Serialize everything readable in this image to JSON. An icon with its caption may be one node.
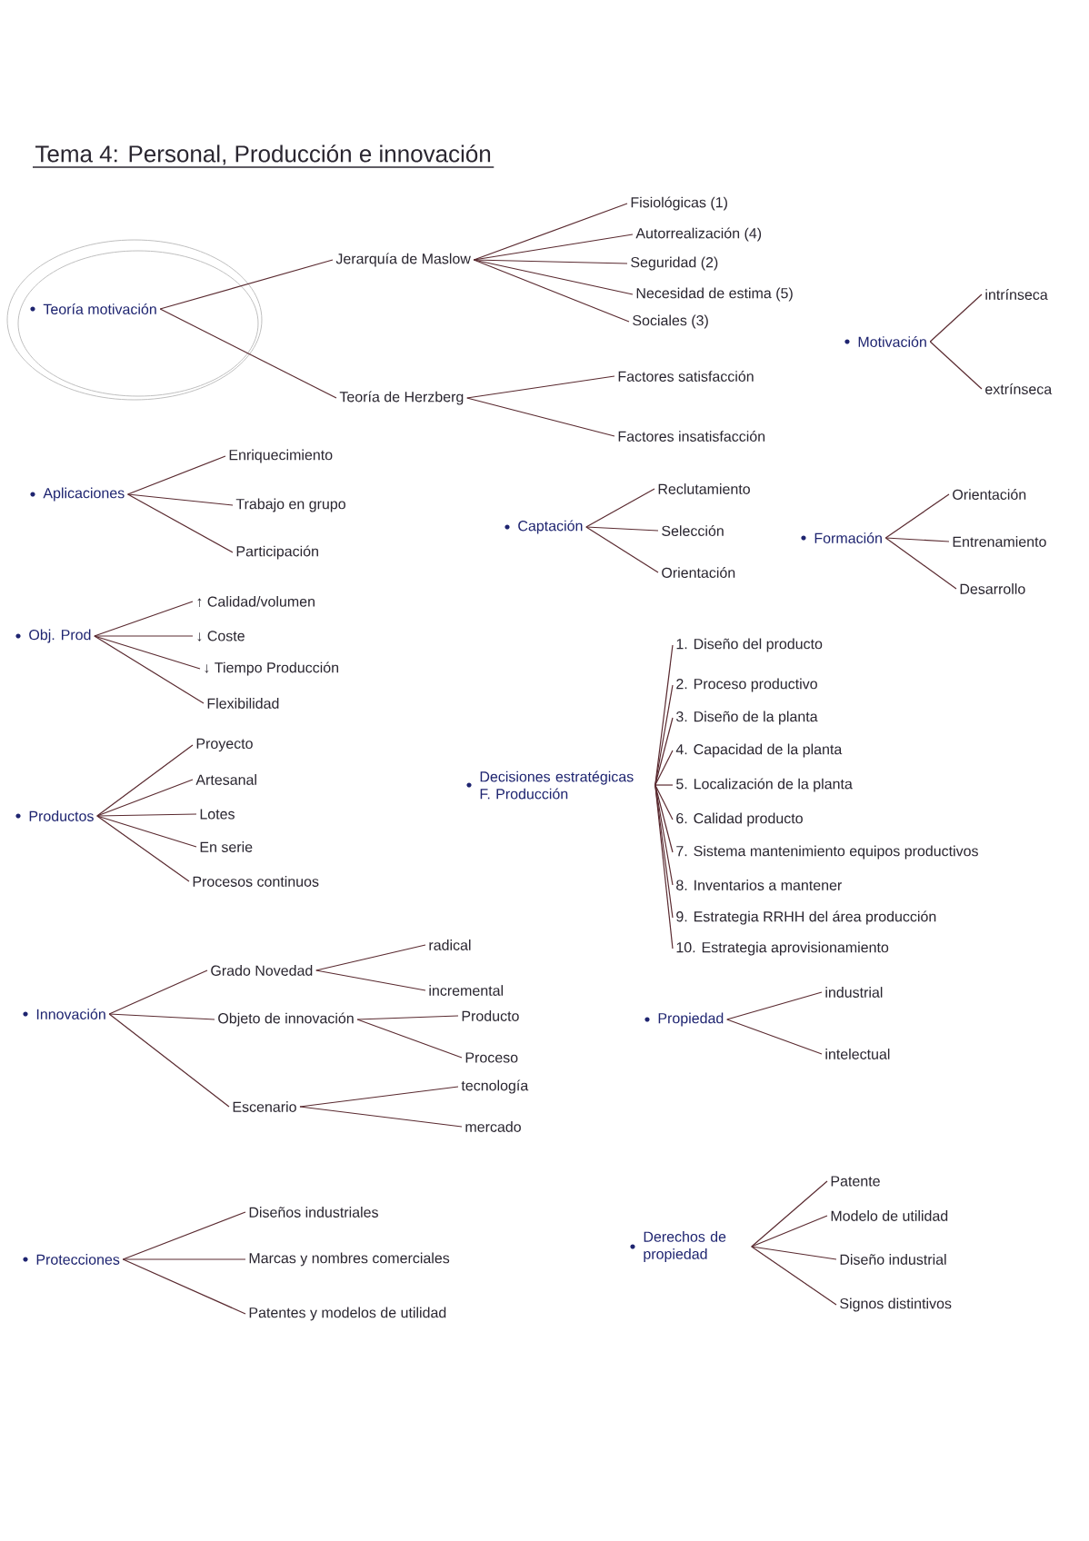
{
  "diagram": {
    "title": "Tema 4: Personal, Producción e innovación",
    "nodes": [
      {
        "text": [
          "Teoría motivación"
        ]
      },
      {
        "text": [
          "Jerarquía de Maslow"
        ]
      },
      {
        "text": [
          "Fisiológicas (1)"
        ]
      },
      {
        "text": [
          "Autorrealización (4)"
        ]
      },
      {
        "text": [
          "Seguridad (2)"
        ]
      },
      {
        "text": [
          "Necesidad de estima (5)"
        ]
      },
      {
        "text": [
          "Sociales (3)"
        ]
      },
      {
        "text": [
          "Teoría de Herzberg"
        ]
      },
      {
        "text": [
          "Factores satisfacción"
        ]
      },
      {
        "text": [
          "Factores insatisfacción"
        ]
      },
      {
        "text": [
          "Motivación"
        ]
      },
      {
        "text": [
          "intrínseca"
        ]
      },
      {
        "text": [
          "extrínseca"
        ]
      },
      {
        "text": [
          "Aplicaciones"
        ]
      },
      {
        "text": [
          "Enriquecimiento"
        ]
      },
      {
        "text": [
          "Trabajo en grupo"
        ]
      },
      {
        "text": [
          "Participación"
        ]
      },
      {
        "text": [
          "Captación"
        ]
      },
      {
        "text": [
          "Reclutamiento"
        ]
      },
      {
        "text": [
          "Selección"
        ]
      },
      {
        "text": [
          "Orientación"
        ]
      },
      {
        "text": [
          "Formación"
        ]
      },
      {
        "text": [
          "Orientación"
        ]
      },
      {
        "text": [
          "Entrenamiento"
        ]
      },
      {
        "text": [
          "Desarrollo"
        ]
      },
      {
        "text": [
          "Obj. Prod"
        ]
      },
      {
        "text": [
          "↑ Calidad/volumen"
        ]
      },
      {
        "text": [
          "↓ Coste"
        ]
      },
      {
        "text": [
          "↓ Tiempo Producción"
        ]
      },
      {
        "text": [
          "Flexibilidad"
        ]
      },
      {
        "text": [
          "Productos"
        ]
      },
      {
        "text": [
          "Proyecto"
        ]
      },
      {
        "text": [
          "Artesanal"
        ]
      },
      {
        "text": [
          "Lotes"
        ]
      },
      {
        "text": [
          "En serie"
        ]
      },
      {
        "text": [
          "Procesos continuos"
        ]
      },
      {
        "text": [
          "Decisiones estratégicas",
          "F. Producción"
        ]
      },
      {
        "text": [
          "1. Diseño del producto"
        ]
      },
      {
        "text": [
          "2. Proceso productivo"
        ]
      },
      {
        "text": [
          "3. Diseño de la planta"
        ]
      },
      {
        "text": [
          "4. Capacidad de la planta"
        ]
      },
      {
        "text": [
          "5. Localización de la planta"
        ]
      },
      {
        "text": [
          "6. Calidad producto"
        ]
      },
      {
        "text": [
          "7. Sistema mantenimiento equipos productivos"
        ]
      },
      {
        "text": [
          "8. Inventarios a mantener"
        ]
      },
      {
        "text": [
          "9. Estrategia RRHH del área producción"
        ]
      },
      {
        "text": [
          "10. Estrategia aprovisionamiento"
        ]
      },
      {
        "text": [
          "Innovación"
        ]
      },
      {
        "text": [
          "Grado Novedad"
        ]
      },
      {
        "text": [
          "radical"
        ]
      },
      {
        "text": [
          "incremental"
        ]
      },
      {
        "text": [
          "Objeto de innovación"
        ]
      },
      {
        "text": [
          "Producto"
        ]
      },
      {
        "text": [
          "Proceso"
        ]
      },
      {
        "text": [
          "Escenario"
        ]
      },
      {
        "text": [
          "tecnología"
        ]
      },
      {
        "text": [
          "mercado"
        ]
      },
      {
        "text": [
          "Propiedad"
        ]
      },
      {
        "text": [
          "industrial"
        ]
      },
      {
        "text": [
          "intelectual"
        ]
      },
      {
        "text": [
          "Protecciones"
        ]
      },
      {
        "text": [
          "Diseños industriales"
        ]
      },
      {
        "text": [
          "Marcas y nombres comerciales"
        ]
      },
      {
        "text": [
          "Patentes y modelos de utilidad"
        ]
      },
      {
        "text": [
          "Derechos de propiedad"
        ]
      },
      {
        "text": [
          "Patente"
        ]
      },
      {
        "text": [
          "Modelo de utilidad"
        ]
      },
      {
        "text": [
          "Diseño industrial"
        ]
      },
      {
        "text": [
          "Signos distintivos"
        ]
      }
    ],
    "edges": [
      {
        "from": 0,
        "to": 1,
        "arrow": "none"
      },
      {
        "from": 0,
        "to": 7,
        "arrow": "none"
      },
      {
        "from": 1,
        "to": 2,
        "arrow": "none"
      },
      {
        "from": 1,
        "to": 3,
        "arrow": "none"
      },
      {
        "from": 1,
        "to": 4,
        "arrow": "none"
      },
      {
        "from": 1,
        "to": 5,
        "arrow": "none"
      },
      {
        "from": 1,
        "to": 6,
        "arrow": "none"
      },
      {
        "from": 7,
        "to": 8,
        "arrow": "none"
      },
      {
        "from": 7,
        "to": 9,
        "arrow": "none"
      },
      {
        "from": 10,
        "to": 11,
        "arrow": "none"
      },
      {
        "from": 10,
        "to": 12,
        "arrow": "none"
      },
      {
        "from": 13,
        "to": 14,
        "arrow": "none"
      },
      {
        "from": 13,
        "to": 15,
        "arrow": "none"
      },
      {
        "from": 13,
        "to": 16,
        "arrow": "none"
      },
      {
        "from": 17,
        "to": 18,
        "arrow": "none"
      },
      {
        "from": 17,
        "to": 19,
        "arrow": "none"
      },
      {
        "from": 17,
        "to": 20,
        "arrow": "none"
      },
      {
        "from": 21,
        "to": 22,
        "arrow": "none"
      },
      {
        "from": 21,
        "to": 23,
        "arrow": "none"
      },
      {
        "from": 21,
        "to": 24,
        "arrow": "none"
      },
      {
        "from": 25,
        "to": 26,
        "arrow": "none"
      },
      {
        "from": 25,
        "to": 27,
        "arrow": "none"
      },
      {
        "from": 25,
        "to": 28,
        "arrow": "none"
      },
      {
        "from": 25,
        "to": 29,
        "arrow": "none"
      },
      {
        "from": 30,
        "to": 31,
        "arrow": "none"
      },
      {
        "from": 30,
        "to": 32,
        "arrow": "none"
      },
      {
        "from": 30,
        "to": 33,
        "arrow": "none"
      },
      {
        "from": 30,
        "to": 34,
        "arrow": "none"
      },
      {
        "from": 30,
        "to": 35,
        "arrow": "none"
      },
      {
        "from": 36,
        "to": 37,
        "arrow": "none"
      },
      {
        "from": 36,
        "to": 38,
        "arrow": "none"
      },
      {
        "from": 36,
        "to": 39,
        "arrow": "none"
      },
      {
        "from": 36,
        "to": 40,
        "arrow": "none"
      },
      {
        "from": 36,
        "to": 41,
        "arrow": "none"
      },
      {
        "from": 36,
        "to": 42,
        "arrow": "none"
      },
      {
        "from": 36,
        "to": 43,
        "arrow": "none"
      },
      {
        "from": 36,
        "to": 44,
        "arrow": "none"
      },
      {
        "from": 36,
        "to": 45,
        "arrow": "none"
      },
      {
        "from": 36,
        "to": 46,
        "arrow": "none"
      },
      {
        "from": 47,
        "to": 48,
        "arrow": "none"
      },
      {
        "from": 47,
        "to": 51,
        "arrow": "none"
      },
      {
        "from": 47,
        "to": 54,
        "arrow": "none"
      },
      {
        "from": 48,
        "to": 49,
        "arrow": "none"
      },
      {
        "from": 48,
        "to": 50,
        "arrow": "none"
      },
      {
        "from": 51,
        "to": 52,
        "arrow": "none"
      },
      {
        "from": 51,
        "to": 53,
        "arrow": "none"
      },
      {
        "from": 54,
        "to": 55,
        "arrow": "none"
      },
      {
        "from": 54,
        "to": 56,
        "arrow": "none"
      },
      {
        "from": 57,
        "to": 58,
        "arrow": "none"
      },
      {
        "from": 57,
        "to": 59,
        "arrow": "none"
      },
      {
        "from": 60,
        "to": 61,
        "arrow": "none"
      },
      {
        "from": 60,
        "to": 62,
        "arrow": "none"
      },
      {
        "from": 60,
        "to": 63,
        "arrow": "none"
      },
      {
        "from": 64,
        "to": 65,
        "arrow": "none"
      },
      {
        "from": 64,
        "to": 66,
        "arrow": "none"
      },
      {
        "from": 64,
        "to": 67,
        "arrow": "none"
      },
      {
        "from": 64,
        "to": 68,
        "arrow": "none"
      }
    ]
  }
}
